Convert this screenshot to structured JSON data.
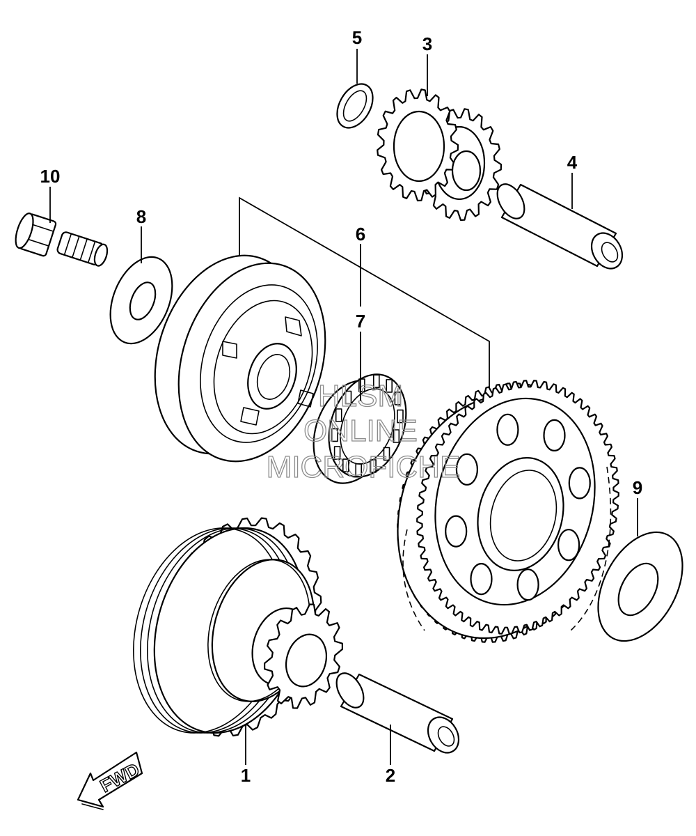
{
  "callouts": {
    "part_1": "1",
    "part_2": "2",
    "part_3": "3",
    "part_4": "4",
    "part_5": "5",
    "part_6": "6",
    "part_7": "7",
    "part_8": "8",
    "part_9": "9",
    "part_10": "10"
  },
  "direction_arrow": {
    "label": "FWD"
  },
  "watermark": {
    "line1": "HLSM",
    "line2": "ONLINE",
    "line3": "MICROFICHE"
  },
  "colors": {
    "line": "#000000",
    "background": "#ffffff",
    "watermark": "#8c8c8c"
  }
}
